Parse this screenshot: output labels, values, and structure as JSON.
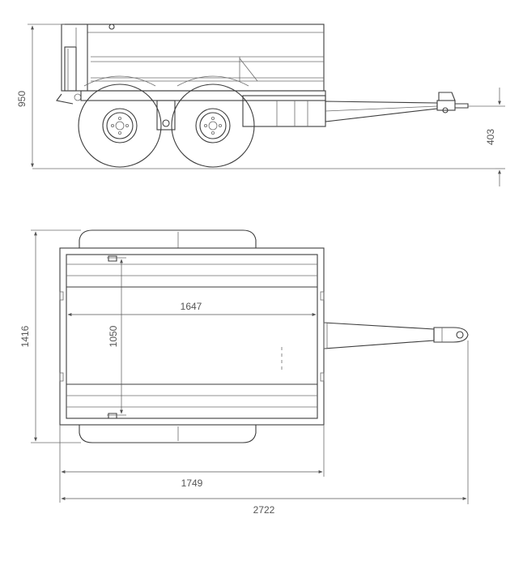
{
  "drawing": {
    "side_view": {
      "overall_height_label": "950",
      "coupling_height_label": "403"
    },
    "top_view": {
      "overall_width_label": "1416",
      "inner_length_label": "1647",
      "inner_width_label": "1050",
      "body_length_label": "1749",
      "overall_length_label": "2722"
    }
  }
}
